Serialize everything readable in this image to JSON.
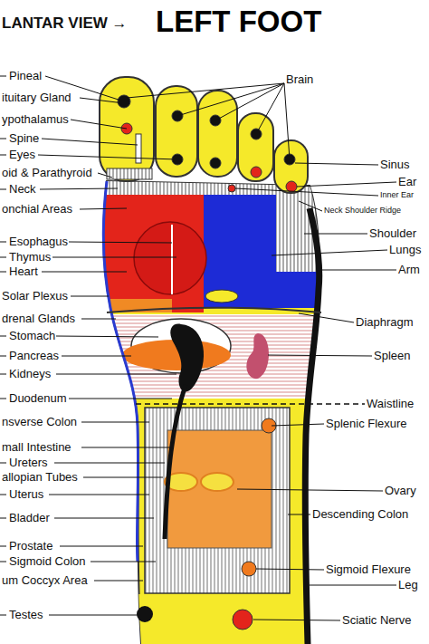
{
  "diagram": {
    "title": "LEFT FOOT",
    "labels": [
      "LANTAR VIEW →",
      "Brain",
      "Pineal",
      "ituitary Gland",
      "ypothalamus",
      "Spine",
      "Eyes",
      "oid & Parathyroid",
      "Neck",
      "onchial Areas",
      "Esophagus",
      "Thymus",
      "Heart",
      "Solar Plexus",
      "drenal Glands",
      "Stomach",
      "Pancreas",
      "Kidneys",
      "Duodenum",
      "nsverse Colon",
      "mall Intestine",
      "Ureters",
      "allopian Tubes",
      "Uterus",
      "Bladder",
      "Prostate",
      "Sigmoid Colon",
      "um Coccyx Area",
      "Testes",
      "Sinus",
      "Ear",
      "Inner Ear",
      "Neck Shoulder Ridge",
      "Shoulder",
      "Lungs",
      "Arm",
      "Diaphragm",
      "Spleen",
      "Waistline",
      "Splenic Flexure",
      "Ovary",
      "Descending Colon",
      "Sigmoid Flexure",
      "Leg",
      "Sciatic Nerve"
    ]
  }
}
